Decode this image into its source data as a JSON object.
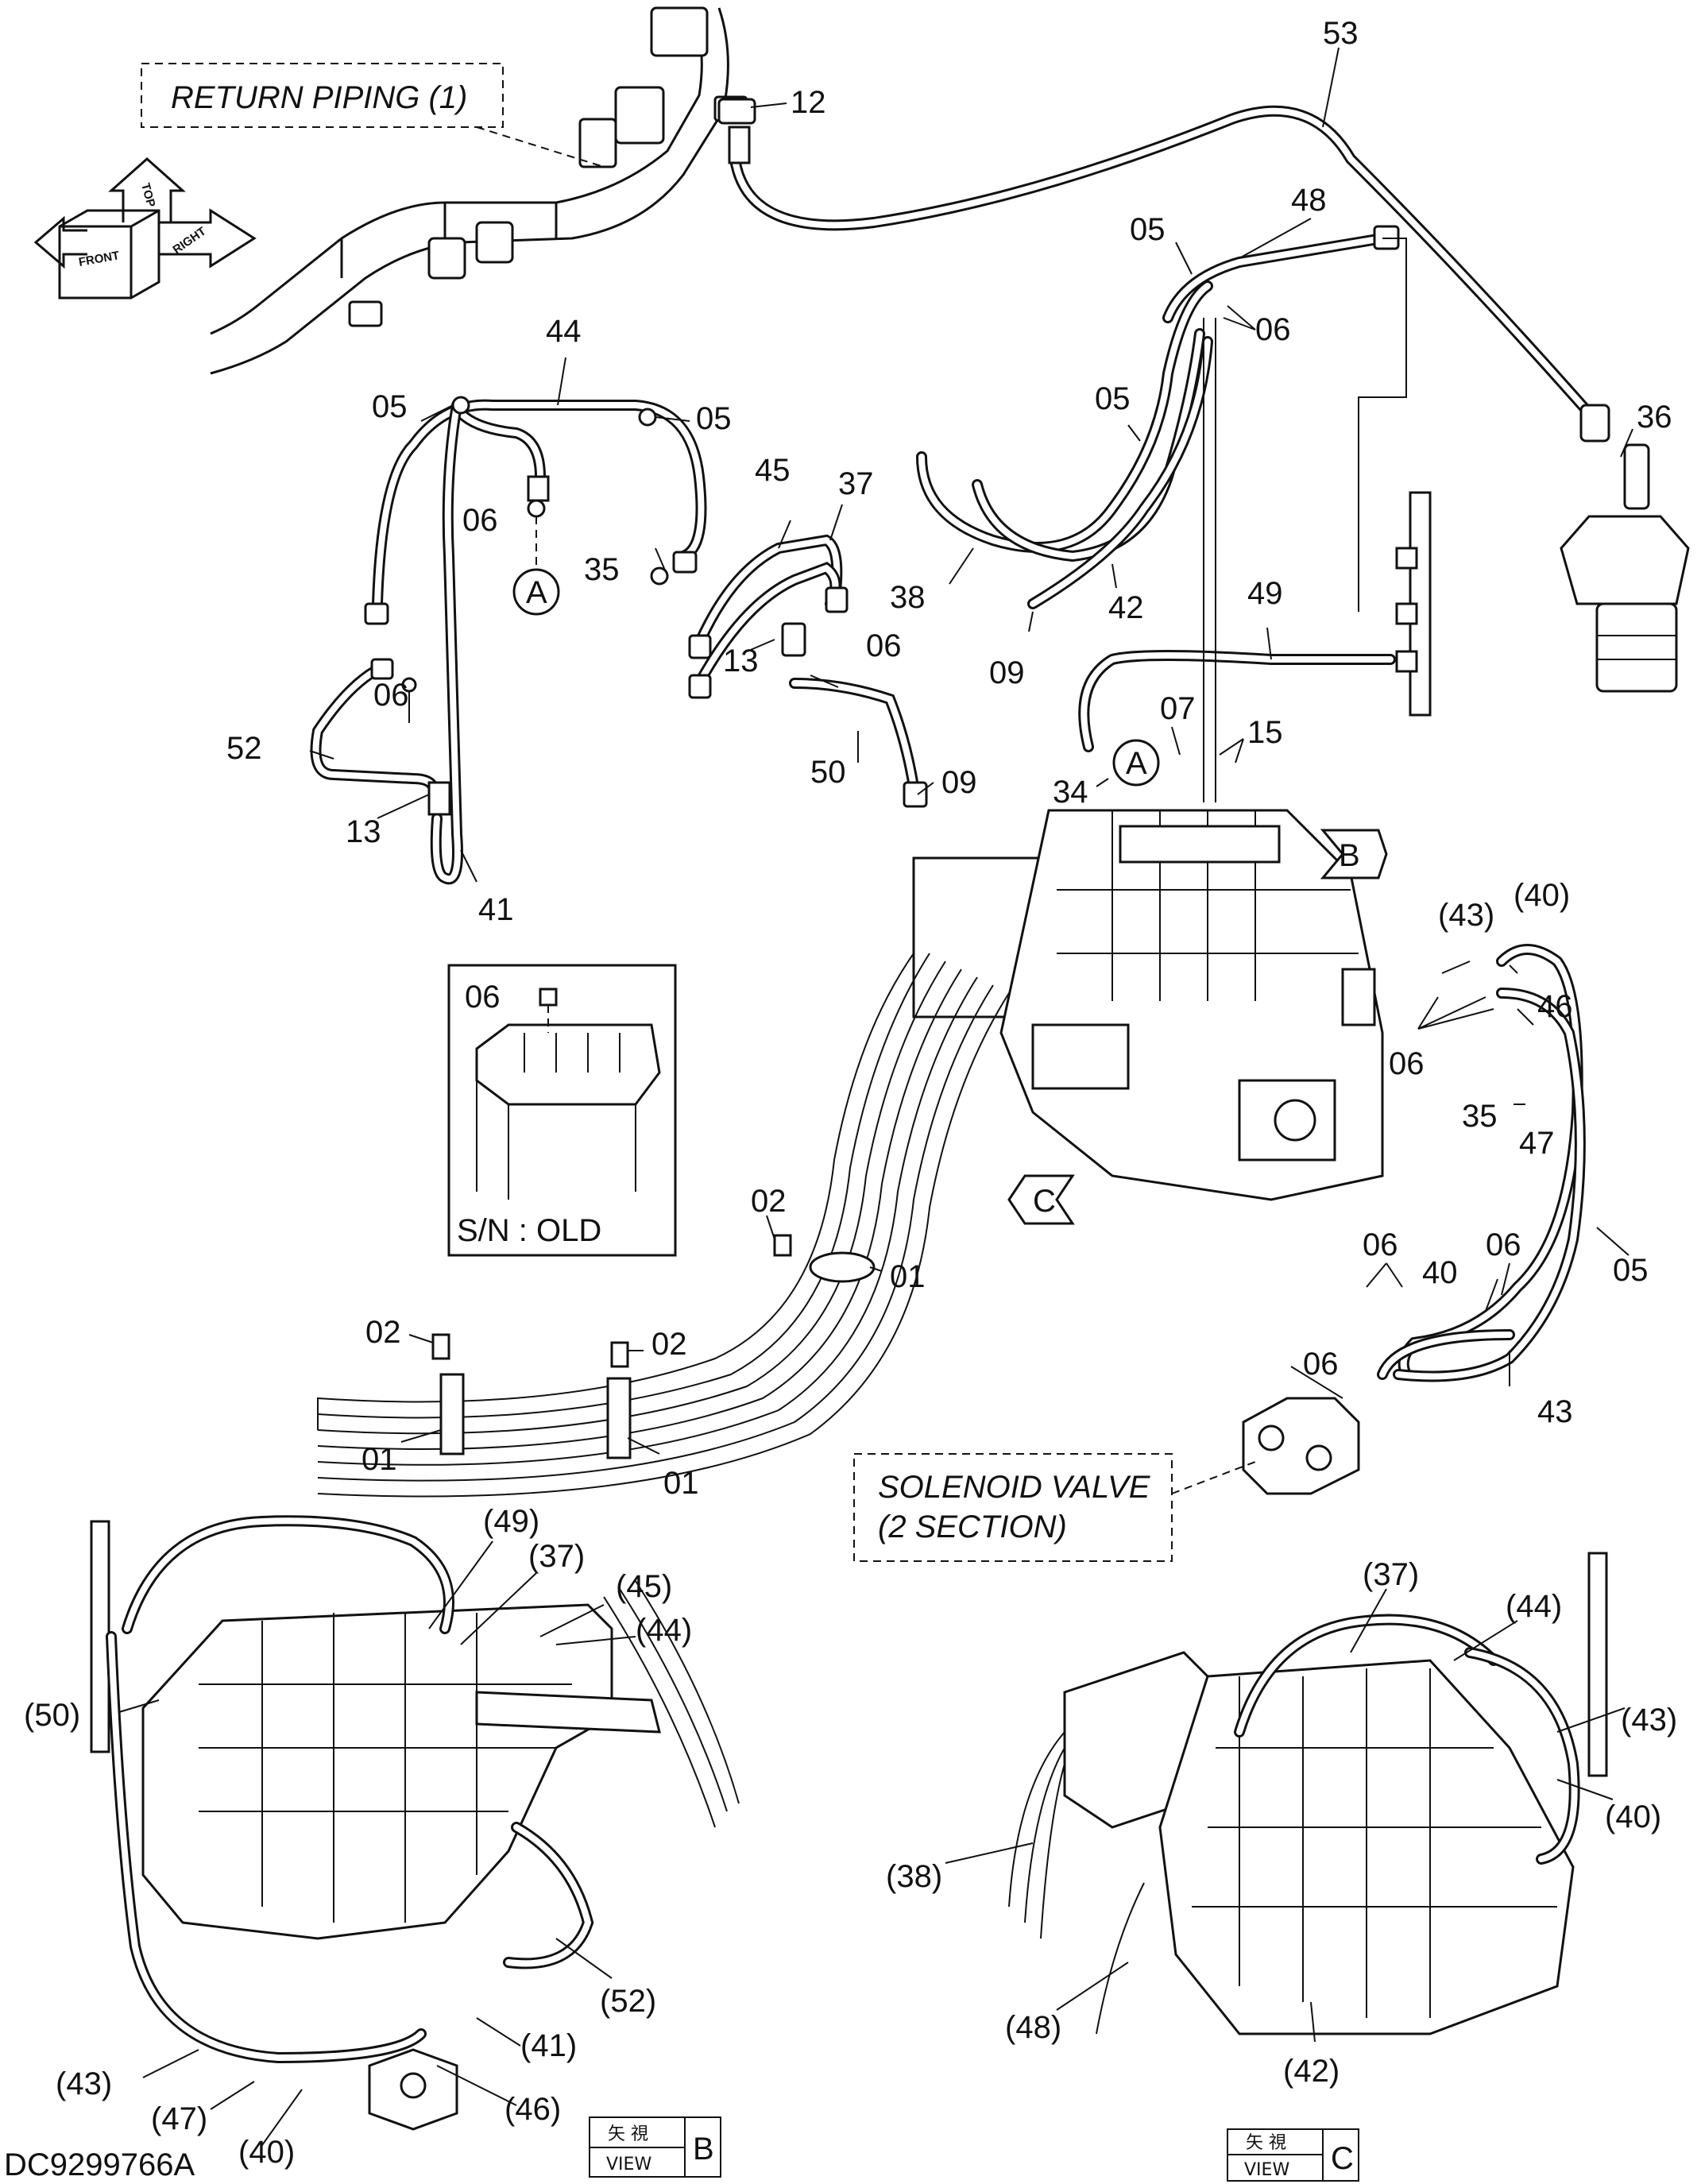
{
  "notes": {
    "return_piping": "RETURN PIPING (1)",
    "solenoid_line1": "SOLENOID VALVE",
    "solenoid_line2": "(2 SECTION)",
    "sn_old": "S/N : OLD"
  },
  "orientation": {
    "top": "TOP",
    "front": "FRONT",
    "right": "RIGHT"
  },
  "refs": {
    "a": "A",
    "b": "B",
    "c": "C"
  },
  "view_b": {
    "kanji": "矢 視",
    "view": "VIEW",
    "letter": "B"
  },
  "view_c": {
    "kanji": "矢 視",
    "view": "VIEW",
    "letter": "C"
  },
  "drawing_id": "DC9299766A",
  "callouts": {
    "p01a": "01",
    "p01b": "01",
    "p01c": "01",
    "p02a": "02",
    "p02b": "02",
    "p02c": "02",
    "p05a": "05",
    "p05b": "05",
    "p05c": "05",
    "p05d": "05",
    "p05e": "05",
    "p06a": "06",
    "p06b": "06",
    "p06c": "06",
    "p06d": "06",
    "p06e": "06",
    "p06f": "06",
    "p06g": "06",
    "p06h": "06",
    "p06i": "06",
    "p07": "07",
    "p09a": "09",
    "p09b": "09",
    "p12": "12",
    "p13a": "13",
    "p13b": "13",
    "p15": "15",
    "p34": "34",
    "p35a": "35",
    "p35b": "35",
    "p36": "36",
    "p37": "37",
    "p38": "38",
    "p40": "40",
    "p41": "41",
    "p42": "42",
    "p43": "43",
    "p44": "44",
    "p45": "45",
    "p46": "46",
    "p47": "47",
    "p48": "48",
    "p49": "49",
    "p50": "50",
    "p52": "52",
    "p53": "53",
    "r40": "(40)",
    "r43": "(43)",
    "vb49": "(49)",
    "vb37": "(37)",
    "vb45": "(45)",
    "vb44": "(44)",
    "vb50": "(50)",
    "vb52": "(52)",
    "vb41": "(41)",
    "vb46": "(46)",
    "vb40": "(40)",
    "vb47": "(47)",
    "vb43": "(43)",
    "vc37": "(37)",
    "vc44": "(44)",
    "vc43": "(43)",
    "vc40": "(40)",
    "vc38": "(38)",
    "vc48": "(48)",
    "vc42": "(42)"
  }
}
